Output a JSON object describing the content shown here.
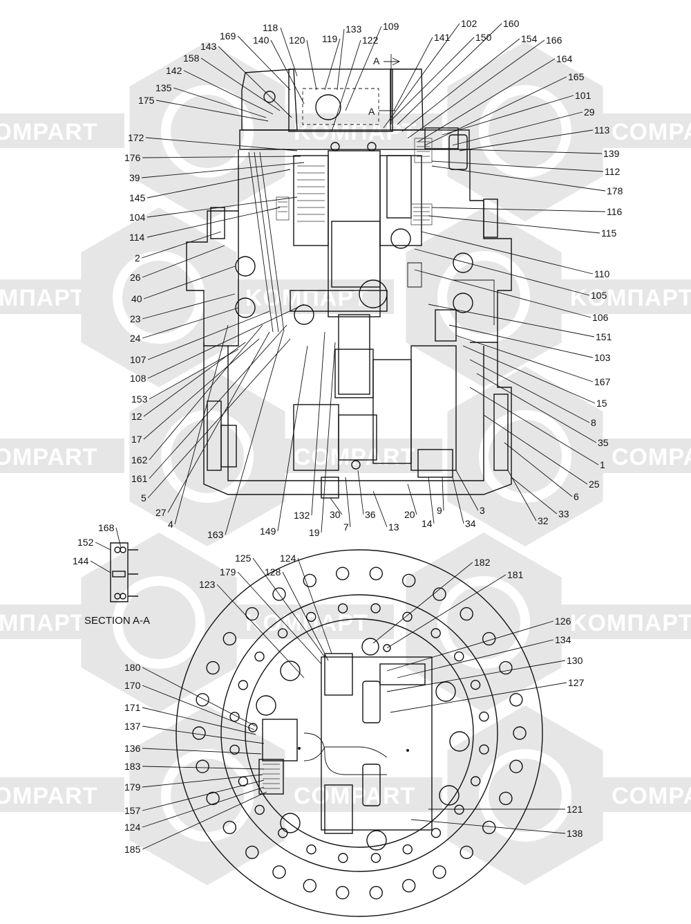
{
  "watermark": {
    "brand": "COMPART",
    "alt_brand": "KOMПАРТ"
  },
  "section_label": "SECTION  A-A",
  "section_marker": "A",
  "callouts_upper": [
    {
      "id": "118"
    },
    {
      "id": "169"
    },
    {
      "id": "140"
    },
    {
      "id": "120"
    },
    {
      "id": "119"
    },
    {
      "id": "133"
    },
    {
      "id": "122"
    },
    {
      "id": "109"
    },
    {
      "id": "143"
    },
    {
      "id": "158"
    },
    {
      "id": "142"
    },
    {
      "id": "135"
    },
    {
      "id": "175"
    },
    {
      "id": "102"
    },
    {
      "id": "150"
    },
    {
      "id": "160"
    },
    {
      "id": "154"
    },
    {
      "id": "141"
    },
    {
      "id": "166"
    },
    {
      "id": "164"
    },
    {
      "id": "165"
    },
    {
      "id": "101"
    },
    {
      "id": "29"
    },
    {
      "id": "113"
    },
    {
      "id": "139"
    },
    {
      "id": "112"
    },
    {
      "id": "178"
    },
    {
      "id": "116"
    },
    {
      "id": "115"
    },
    {
      "id": "172"
    },
    {
      "id": "176"
    },
    {
      "id": "39"
    },
    {
      "id": "145"
    },
    {
      "id": "104"
    },
    {
      "id": "114"
    },
    {
      "id": "2"
    },
    {
      "id": "26"
    },
    {
      "id": "40"
    },
    {
      "id": "23"
    },
    {
      "id": "24"
    },
    {
      "id": "107"
    },
    {
      "id": "108"
    },
    {
      "id": "153"
    },
    {
      "id": "12"
    },
    {
      "id": "17"
    },
    {
      "id": "162"
    },
    {
      "id": "161"
    },
    {
      "id": "5"
    },
    {
      "id": "27"
    },
    {
      "id": "4"
    },
    {
      "id": "163"
    },
    {
      "id": "149"
    },
    {
      "id": "132"
    },
    {
      "id": "19"
    },
    {
      "id": "30"
    },
    {
      "id": "7"
    },
    {
      "id": "36"
    },
    {
      "id": "13"
    },
    {
      "id": "20"
    },
    {
      "id": "14"
    },
    {
      "id": "9"
    },
    {
      "id": "34"
    },
    {
      "id": "3"
    },
    {
      "id": "32"
    },
    {
      "id": "33"
    },
    {
      "id": "6"
    },
    {
      "id": "25"
    },
    {
      "id": "1"
    },
    {
      "id": "35"
    },
    {
      "id": "8"
    },
    {
      "id": "15"
    },
    {
      "id": "167"
    },
    {
      "id": "103"
    },
    {
      "id": "151"
    },
    {
      "id": "106"
    },
    {
      "id": "105"
    },
    {
      "id": "110"
    }
  ],
  "callouts_section": [
    {
      "id": "168"
    },
    {
      "id": "152"
    },
    {
      "id": "144"
    }
  ],
  "callouts_lower": [
    {
      "id": "125"
    },
    {
      "id": "124"
    },
    {
      "id": "179"
    },
    {
      "id": "128"
    },
    {
      "id": "123"
    },
    {
      "id": "182"
    },
    {
      "id": "181"
    },
    {
      "id": "126"
    },
    {
      "id": "134"
    },
    {
      "id": "130"
    },
    {
      "id": "127"
    },
    {
      "id": "180"
    },
    {
      "id": "170"
    },
    {
      "id": "171"
    },
    {
      "id": "137"
    },
    {
      "id": "136"
    },
    {
      "id": "183"
    },
    {
      "id": "179"
    },
    {
      "id": "157"
    },
    {
      "id": "124"
    },
    {
      "id": "185"
    },
    {
      "id": "121"
    },
    {
      "id": "138"
    }
  ]
}
